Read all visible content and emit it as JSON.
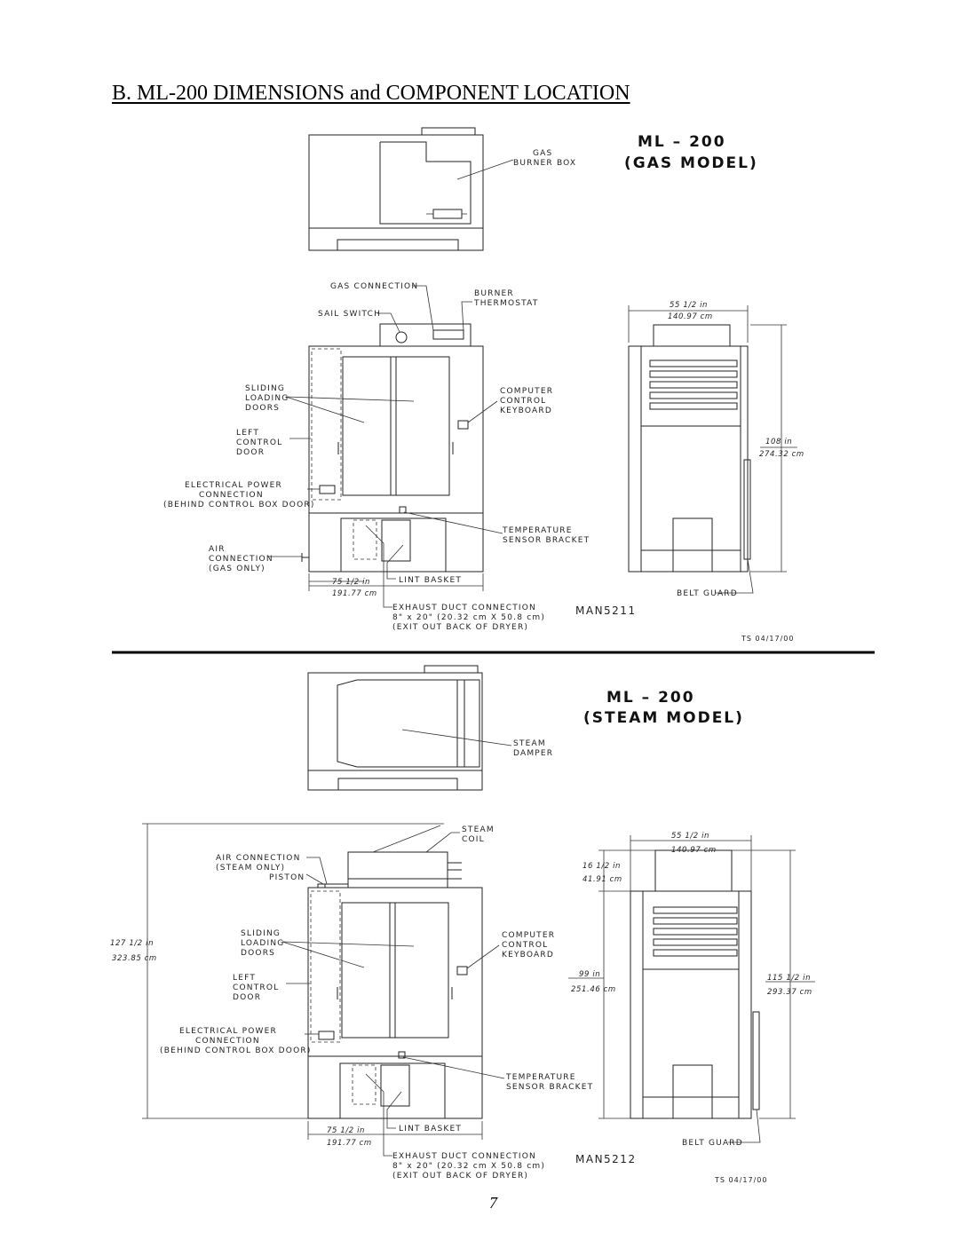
{
  "page": {
    "title": "B.  ML-200 DIMENSIONS and COMPONENT LOCATION",
    "page_number": "7"
  },
  "gas_model": {
    "heading_line1": "ML  –  200",
    "heading_line2": "(GAS  MODEL)",
    "labels": {
      "gas_burner_box": [
        "GAS",
        "BURNER BOX"
      ],
      "gas_connection": "GAS CONNECTION",
      "burner_thermostat": [
        "BURNER",
        "THERMOSTAT"
      ],
      "sail_switch": "SAIL SWITCH",
      "sliding_loading_doors": [
        "SLIDING",
        "LOADING",
        "DOORS"
      ],
      "computer_control_keyboard": [
        "COMPUTER",
        "CONTROL",
        "KEYBOARD"
      ],
      "left_control_door": [
        "LEFT",
        "CONTROL",
        "DOOR"
      ],
      "electrical_power_connection": [
        "ELECTRICAL POWER",
        "CONNECTION",
        "(BEHIND CONTROL BOX DOOR)"
      ],
      "temperature_sensor_bracket": [
        "TEMPERATURE",
        "SENSOR BRACKET"
      ],
      "air_connection": [
        "AIR",
        "CONNECTION",
        "(GAS ONLY)"
      ],
      "lint_basket": "LINT BASKET",
      "exhaust_duct_connection": [
        "EXHAUST DUCT CONNECTION",
        "8\" x 20\" (20.32 cm X 50.8 cm)",
        "(EXIT OUT BACK OF DRYER)"
      ],
      "belt_guard": "BELT GUARD"
    },
    "dimensions": {
      "width_in": "55 1/2 in",
      "width_cm": "140.97 cm",
      "height_in": "108 in",
      "height_cm": "274.32 cm",
      "depth_in": "75 1/2 in",
      "depth_cm": "191.77 cm"
    },
    "drawing_number": "MAN5211",
    "stamp": "TS 04/17/00"
  },
  "steam_model": {
    "heading_line1": "ML  –  200",
    "heading_line2": "(STEAM  MODEL)",
    "labels": {
      "steam_damper": [
        "STEAM",
        "DAMPER"
      ],
      "steam_coil": [
        "STEAM",
        "COIL"
      ],
      "air_connection": [
        "AIR CONNECTION",
        "(STEAM ONLY)"
      ],
      "piston": "PISTON",
      "sliding_loading_doors": [
        "SLIDING",
        "LOADING",
        "DOORS"
      ],
      "computer_control_keyboard": [
        "COMPUTER",
        "CONTROL",
        "KEYBOARD"
      ],
      "left_control_door": [
        "LEFT",
        "CONTROL",
        "DOOR"
      ],
      "electrical_power_connection": [
        "ELECTRICAL POWER",
        "CONNECTION",
        "(BEHIND CONTROL BOX DOOR)"
      ],
      "temperature_sensor_bracket": [
        "TEMPERATURE",
        "SENSOR BRACKET"
      ],
      "lint_basket": "LINT BASKET",
      "exhaust_duct_connection": [
        "EXHAUST DUCT CONNECTION",
        "8\" x 20\" (20.32 cm X 50.8 cm)",
        "(EXIT OUT BACK OF DRYER)"
      ],
      "belt_guard": "BELT GUARD"
    },
    "dimensions": {
      "width_in": "55 1/2 in",
      "width_cm": "140.97 cm",
      "top_offset_in": "16 1/2 in",
      "top_offset_cm": "41.91 cm",
      "mid_height_in": "99 in",
      "mid_height_cm": "251.46 cm",
      "height_in": "115 1/2 in",
      "height_cm": "293.37 cm",
      "overall_in": "127 1/2 in",
      "overall_cm": "323.85 cm",
      "depth_in": "75 1/2 in",
      "depth_cm": "191.77 cm"
    },
    "drawing_number": "MAN5212",
    "stamp": "TS 04/17/00"
  }
}
